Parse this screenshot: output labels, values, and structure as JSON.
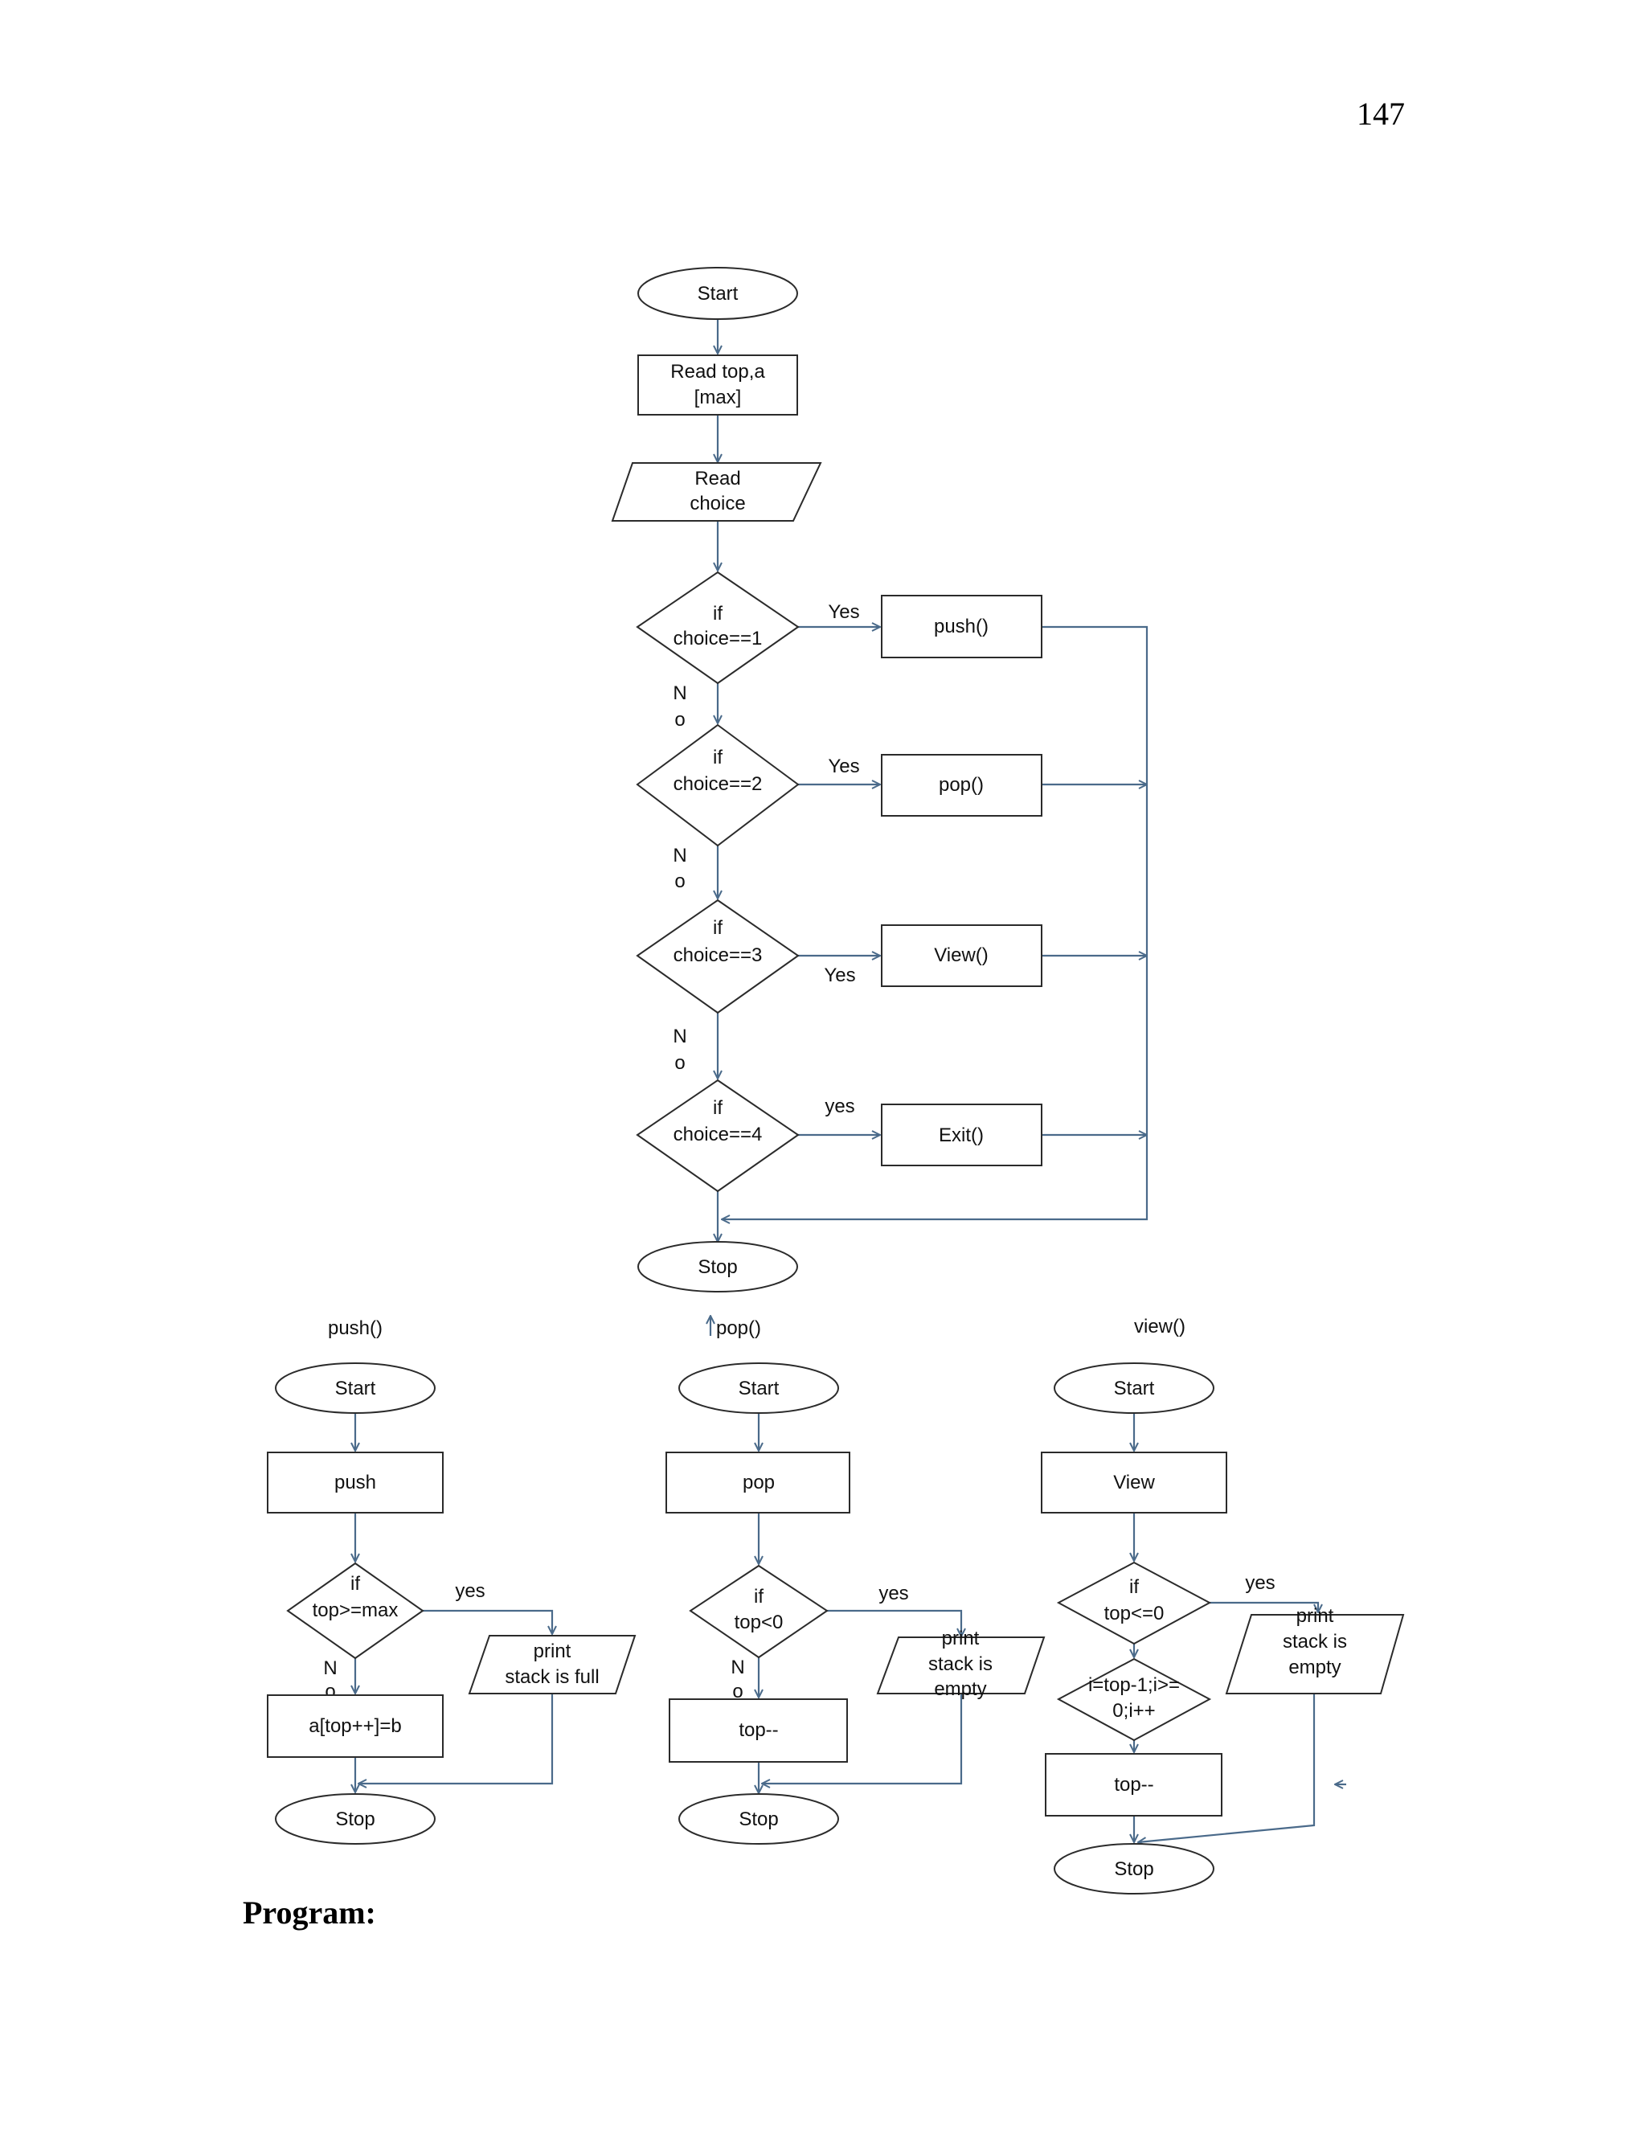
{
  "page_number": "147",
  "heading": "Program:",
  "main": {
    "start": "Start",
    "read_top": [
      "Read top,a",
      "[max]"
    ],
    "read_choice": [
      "Read",
      "choice"
    ],
    "decisions": [
      {
        "line1": "if",
        "line2": "choice==1",
        "branch": "Yes",
        "action": "push()"
      },
      {
        "line1": "if",
        "line2": "choice==2",
        "branch": "Yes",
        "action": "pop()"
      },
      {
        "line1": "if",
        "line2": "choice==3",
        "branch": "Yes",
        "action": "View()"
      },
      {
        "line1": "if",
        "line2": "choice==4",
        "branch": "yes",
        "action": "Exit()"
      }
    ],
    "no_label": [
      "N",
      "o"
    ],
    "stop": "Stop"
  },
  "push": {
    "title": "push()",
    "start": "Start",
    "process": "push",
    "decision": [
      "if",
      "top>=max"
    ],
    "yes": "yes",
    "no": [
      "N",
      "o"
    ],
    "output": [
      "print",
      "stack is full"
    ],
    "action": "a[top++]=b",
    "stop": "Stop"
  },
  "pop": {
    "title": "pop()",
    "start": "Start",
    "process": "pop",
    "decision": [
      "if",
      "top<0"
    ],
    "yes": "yes",
    "no": [
      "N",
      "o"
    ],
    "output": [
      "print",
      "stack is",
      "empty"
    ],
    "action": "top--",
    "stop": "Stop"
  },
  "view": {
    "title": "view()",
    "start": "Start",
    "process": "View",
    "decision": [
      "if",
      "top<=0"
    ],
    "yes": "yes",
    "output": [
      "print",
      "stack is",
      "empty"
    ],
    "loop": [
      "i=top-1;i>=",
      "0;i++"
    ],
    "action": "top--",
    "stop": "Stop"
  }
}
